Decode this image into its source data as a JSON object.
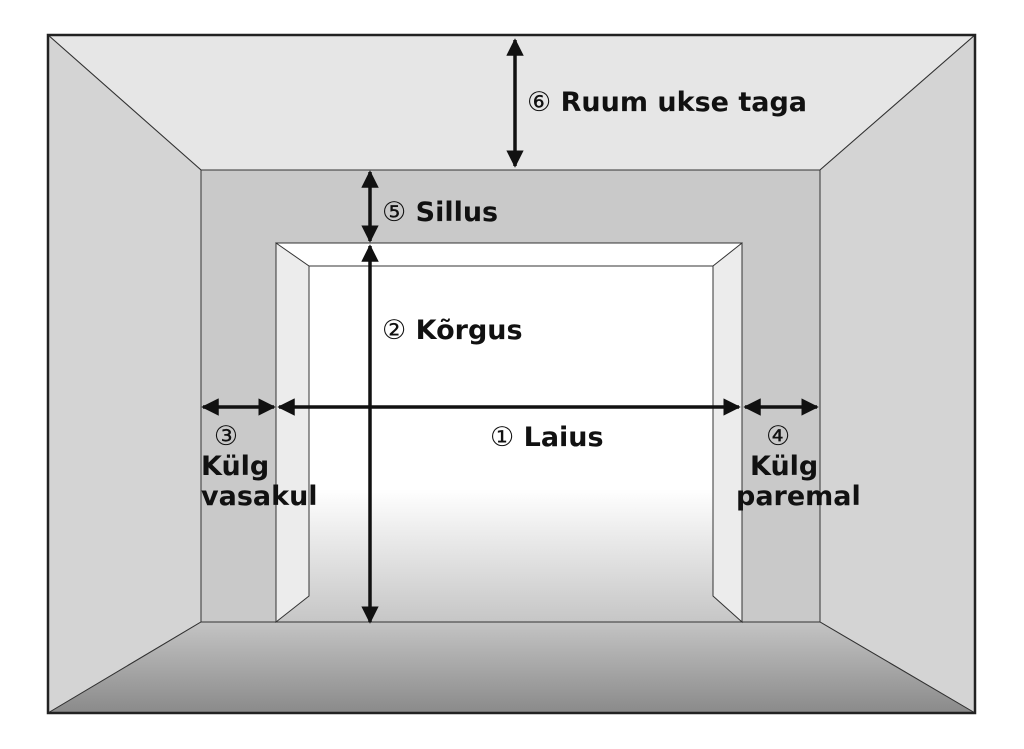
{
  "labels": {
    "width": {
      "num": "①",
      "text": "Laius"
    },
    "height": {
      "num": "②",
      "text": "Kõrgus"
    },
    "left_side": {
      "num": "③",
      "line1": "Külg",
      "line2": "vasakul"
    },
    "right_side": {
      "num": "④",
      "line1": "Külg",
      "line2": "paremal"
    },
    "lintel": {
      "num": "⑤",
      "text": "Sillus"
    },
    "headroom": {
      "num": "⑥",
      "text": "Ruum ukse taga"
    }
  },
  "colors": {
    "ceiling": "#e6e6e6",
    "side_wall": "#d4d4d4",
    "back_wall": "#c9c9c9",
    "jamb": "#ececec",
    "floor_dark": "#8a8a8a",
    "arrow": "#111111"
  }
}
